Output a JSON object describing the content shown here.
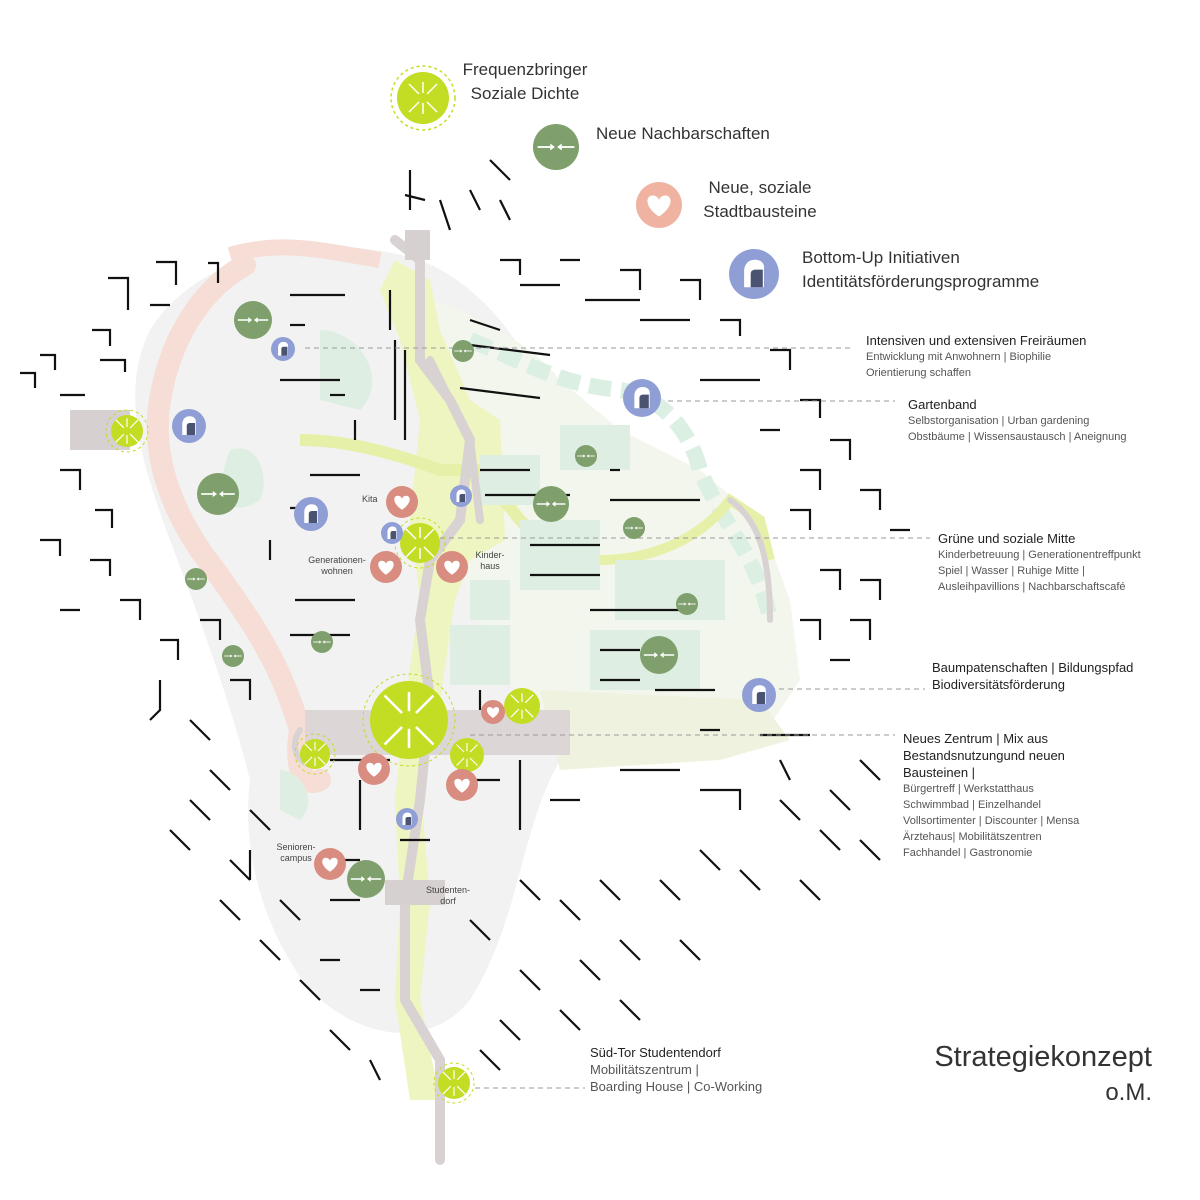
{
  "legend": [
    {
      "label_line1": "Frequenzbringer",
      "label_line2": "Soziale Dichte",
      "symbol": "yellow-green-target-icon",
      "color": "#c3dc24"
    },
    {
      "label_line1": "Neue Nachbarschaften",
      "label_line2": "",
      "symbol": "green-arrows-circle-icon",
      "color": "#7f9f6c"
    },
    {
      "label_line1": "Neue, soziale",
      "label_line2": "Stadtbausteine",
      "symbol": "heart-circle-icon",
      "color": "#e8a999"
    },
    {
      "label_line1": "Bottom-Up Initiativen",
      "label_line2": "Identitätsförderungsprogramme",
      "symbol": "raised-fist-circle-icon",
      "color": "#8f9fd6"
    }
  ],
  "annotations": [
    {
      "title": "Intensiven und extensiven Freiräumen",
      "lines": [
        "Entwicklung mit Anwohnern | Biophilie",
        "Orientierung schaffen"
      ]
    },
    {
      "title": "Gartenband",
      "lines": [
        "Selbstorganisation | Urban gardening",
        "Obstbäume | Wissensaustausch | Aneignung"
      ]
    },
    {
      "title": "Grüne und soziale Mitte",
      "lines": [
        "Kinderbetreuung | Generationentreffpunkt",
        "Spiel | Wasser | Ruhige Mitte |",
        "Ausleihpavillions | Nachbarschaftscafé"
      ]
    },
    {
      "title": "Baumpatenschaften | Bildungspfad",
      "title2": "Biodiversitätsförderung",
      "lines": []
    },
    {
      "title": "Neues Zentrum | Mix aus",
      "title2": "Bestandsnutzungund neuen",
      "title3": "Bausteinen |",
      "lines": [
        "Bürgertreff | Werkstatthaus",
        "Schwimmbad | Einzelhandel",
        "Vollsortimenter | Discounter | Mensa",
        "Ärztehaus| Mobilitätszentren",
        "Fachhandel | Gastronomie"
      ]
    },
    {
      "title": "Süd-Tor Studentendorf",
      "lines": [
        "Mobilitätszentrum |",
        "Boarding House | Co-Working"
      ]
    }
  ],
  "places": {
    "kita": "Kita",
    "generationen_1": "Generationen-",
    "generationen_2": "wohnen",
    "kinder_1": "Kinder-",
    "kinder_2": "haus",
    "senioren_1": "Senioren-",
    "senioren_2": "campus",
    "studenten_1": "Studenten-",
    "studenten_2": "dorf"
  },
  "title": {
    "line1": "Strategiekonzept",
    "line2": "o.M."
  },
  "colors": {
    "frequenz": "#c3dc24",
    "nachbarschaft": "#7f9f6c",
    "sozial": "#d98c80",
    "bottomup": "#8f9fd6",
    "green_band": "#e6f0a8",
    "mint": "#d6eadd",
    "pink_ring": "#f6ddd6",
    "road": "#d8d2d2",
    "building": "#111111"
  }
}
